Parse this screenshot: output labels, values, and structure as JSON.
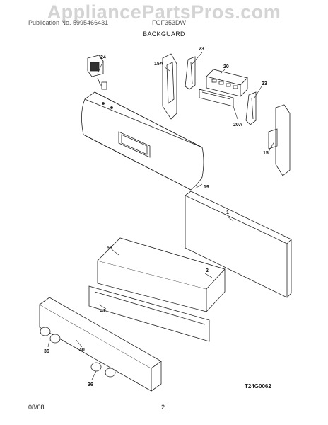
{
  "watermark": "AppliancePartsPros.com",
  "header": {
    "publication_left": "Publication No. 5995466431",
    "model": "FGF353DW"
  },
  "section_title": "BACKGUARD",
  "callouts": {
    "c24": "24",
    "c15a": "15A",
    "c23a": "23",
    "c20": "20",
    "c23b": "23",
    "c20a": "20A",
    "c15": "15",
    "c19": "19",
    "c1": "1",
    "c56": "56",
    "c2": "2",
    "c42": "42",
    "c36a": "36",
    "c40": "40",
    "c36b": "36"
  },
  "drawing_id": "T24G0062",
  "footer": {
    "date": "08/08",
    "page": "2"
  }
}
